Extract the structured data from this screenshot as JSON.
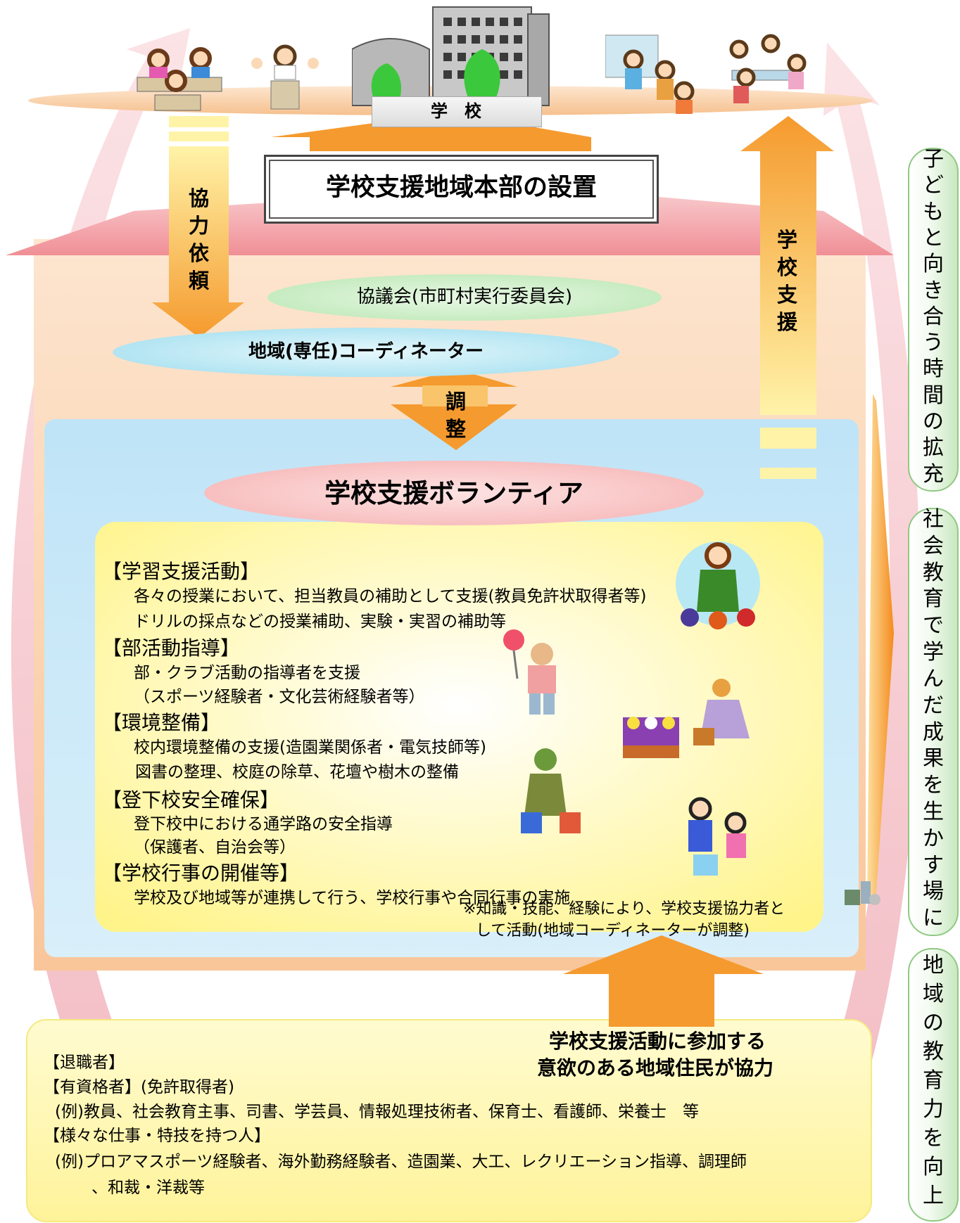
{
  "school": {
    "label": "学　校"
  },
  "headquarters": {
    "title": "学校支援地域本部の設置"
  },
  "arrows": {
    "request": [
      "協",
      "力",
      "依",
      "頼"
    ],
    "support": [
      "学",
      "校",
      "支",
      "援"
    ],
    "adjust": [
      "調",
      "整"
    ]
  },
  "council": {
    "label": "協議会(市町村実行委員会)"
  },
  "coordinator": {
    "label": "地域(専任)コーディネーター"
  },
  "volunteer": {
    "title": "学校支援ボランティア"
  },
  "activities": [
    {
      "heading": "【学習支援活動】",
      "lines": [
        "各々の授業において、担当教員の補助として支援(教員免許状取得者等)",
        "ドリルの採点などの授業補助、実験・実習の補助等"
      ]
    },
    {
      "heading": "【部活動指導】",
      "lines": [
        "部・クラブ活動の指導者を支援",
        "（スポーツ経験者・文化芸術経験者等）"
      ]
    },
    {
      "heading": "【環境整備】",
      "lines": [
        "校内環境整備の支援(造園業関係者・電気技師等)",
        "図書の整理、校庭の除草、花壇や樹木の整備"
      ]
    },
    {
      "heading": "【登下校安全確保】",
      "lines": [
        "登下校中における通学路の安全指導",
        "（保護者、自治会等）"
      ]
    },
    {
      "heading": "【学校行事の開催等】",
      "lines": [
        "学校及び地域等が連携して行う、学校行事や合同行事の実施"
      ]
    }
  ],
  "note": {
    "line1": "※知識・技能、経験により、学校支援協力者と",
    "line2": "して活動(地域コーディネーターが調整)"
  },
  "residents": {
    "headline1": "学校支援活動に参加する",
    "headline2": "意欲のある地域住民が協力",
    "retired": "【退職者】",
    "qualified": "【有資格者】",
    "qualified_note": "(免許取得者)",
    "qualified_example": "(例)教員、社会教育主事、司書、学芸員、情報処理技術者、保育士、看護師、栄養士　等",
    "skilled": "【様々な仕事・特技を持つ人】",
    "skilled_example1": "(例)プロアマスポーツ経験者、海外勤務経験者、造園業、大工、レクリエーション指導、調理師",
    "skilled_example2": "、和裁・洋裁等"
  },
  "outcomes": [
    {
      "text": [
        "子",
        "ど",
        "も",
        "と",
        "向",
        "き",
        "合",
        "う",
        "時",
        "間",
        "の",
        "拡",
        "充"
      ]
    },
    {
      "text": [
        "社",
        "会",
        "教",
        "育",
        "で",
        "学",
        "ん",
        "だ",
        "成",
        "果",
        "を",
        "生",
        "か",
        "す",
        "場",
        "に"
      ]
    },
    {
      "text": [
        "地",
        "域",
        "の",
        "教",
        "育",
        "力",
        "を",
        "向",
        "上"
      ]
    }
  ],
  "colors": {
    "outer_arrow": "#f2b8c0",
    "hq_band": "#f4a6ab",
    "peach_panel": "#fbd3b0",
    "blue_panel": "#cfe9f8",
    "yellow_panel": "#fffbc0",
    "orange_arrow": "#f7a23c",
    "council": "#c7eec4",
    "coordinator": "#a9e5f2",
    "volunteer": "#f8c3c3",
    "side_border": "#8fc983"
  }
}
